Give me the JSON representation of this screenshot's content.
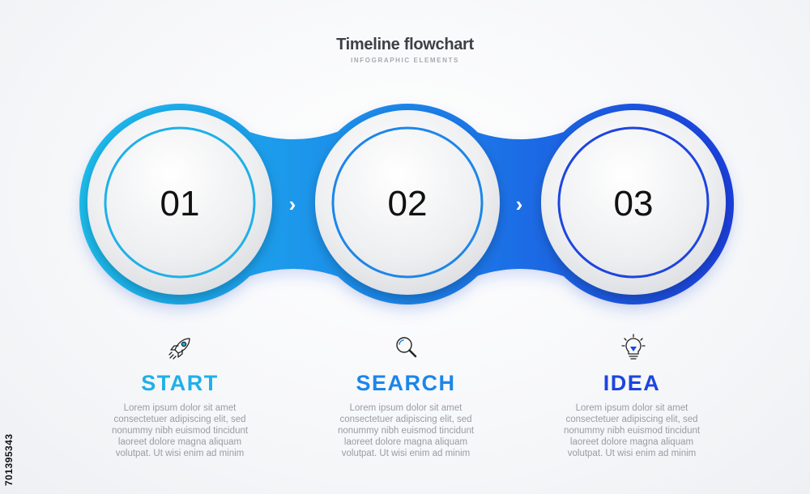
{
  "header": {
    "title": "Timeline flowchart",
    "subtitle": "INFOGRAPHIC ELEMENTS"
  },
  "steps": [
    {
      "number": "01",
      "title": "START",
      "icon": "rocket-icon",
      "color": "#1fb0e8",
      "description": [
        "Lorem ipsum dolor sit amet",
        "consectetuer adipiscing elit, sed",
        "nonummy nibh euismod tincidunt",
        "laoreet dolore magna aliquam",
        "volutpat. Ut wisi enim ad minim"
      ]
    },
    {
      "number": "02",
      "title": "SEARCH",
      "icon": "magnifier-icon",
      "color": "#1c86ea",
      "description": [
        "Lorem ipsum dolor sit amet",
        "consectetuer adipiscing elit, sed",
        "nonummy nibh euismod tincidunt",
        "laoreet dolore magna aliquam",
        "volutpat. Ut wisi enim ad minim"
      ]
    },
    {
      "number": "03",
      "title": "IDEA",
      "icon": "lightbulb-icon",
      "color": "#1d45e0",
      "description": [
        "Lorem ipsum dolor sit amet",
        "consectetuer adipiscing elit, sed",
        "nonummy nibh euismod tincidunt",
        "laoreet dolore magna aliquam",
        "volutpat. Ut wisi enim ad minim"
      ]
    }
  ],
  "connector_arrow": "›",
  "stock_id": "701395343",
  "colors": {
    "gradient_start": "#1fbcec",
    "gradient_mid": "#1a84ea",
    "gradient_end": "#1a3fdc"
  }
}
